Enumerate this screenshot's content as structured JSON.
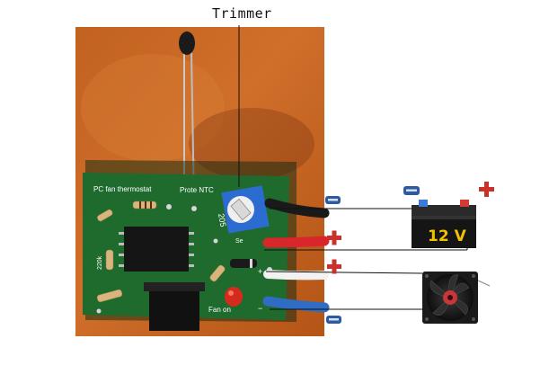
{
  "diagram": {
    "callout_label": "Trimmer",
    "pcb": {
      "silkscreen_title": "PC fan thermostat",
      "silkscreen_sensor": "Prote NTC",
      "silkscreen_resistor": "220k",
      "silkscreen_fan": "Fan on",
      "silkscreen_trimmer_value": "205",
      "silkscreen_short_se": "Se"
    },
    "battery": {
      "voltage_label": "12 V"
    },
    "polarity": {
      "plus": "+",
      "minus": "−"
    },
    "colors": {
      "plus_marker": "#c8322a",
      "minus_marker": "#2d5aa0",
      "board_green": "#1f6b2e",
      "wood": "#c8611e",
      "wire_red": "#d8262a",
      "wire_blue": "#2f6cc4",
      "wire_black": "#1a1a1a"
    }
  }
}
